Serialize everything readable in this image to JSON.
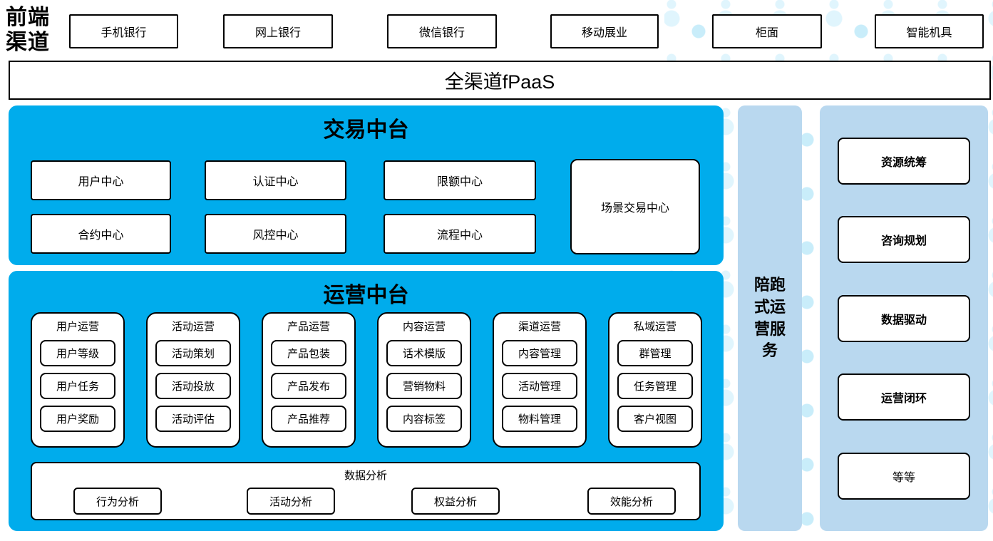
{
  "colors": {
    "primary_blue": "#00ACEC",
    "light_blue": "#B9D8EF",
    "dot_light": "#E0F5FD",
    "dot_medium": "#C9EDFA",
    "border": "#000000"
  },
  "frontend": {
    "label": "前端渠道",
    "channels": [
      "手机银行",
      "网上银行",
      "微信银行",
      "移动展业",
      "柜面",
      "智能机具"
    ]
  },
  "fpaas": {
    "label": "全渠道fPaaS"
  },
  "transaction_platform": {
    "title": "交易中台",
    "centers": [
      "用户中心",
      "认证中心",
      "限额中心",
      "合约中心",
      "风控中心",
      "流程中心"
    ],
    "scene_center": "场景交易中心"
  },
  "operations_platform": {
    "title": "运营中台",
    "groups": [
      {
        "name": "用户运营",
        "items": [
          "用户等级",
          "用户任务",
          "用户奖励"
        ]
      },
      {
        "name": "活动运营",
        "items": [
          "活动策划",
          "活动投放",
          "活动评估"
        ]
      },
      {
        "name": "产品运营",
        "items": [
          "产品包装",
          "产品发布",
          "产品推荐"
        ]
      },
      {
        "name": "内容运营",
        "items": [
          "话术模版",
          "营销物料",
          "内容标签"
        ]
      },
      {
        "name": "渠道运营",
        "items": [
          "内容管理",
          "活动管理",
          "物料管理"
        ]
      },
      {
        "name": "私域运营",
        "items": [
          "群管理",
          "任务管理",
          "客户视图"
        ]
      }
    ],
    "analytics": {
      "title": "数据分析",
      "items": [
        "行为分析",
        "活动分析",
        "权益分析",
        "效能分析"
      ]
    }
  },
  "companion_service": {
    "label": "陪跑式运营服务"
  },
  "service_items": [
    "资源统筹",
    "咨询规划",
    "数据驱动",
    "运营闭环",
    "等等"
  ]
}
